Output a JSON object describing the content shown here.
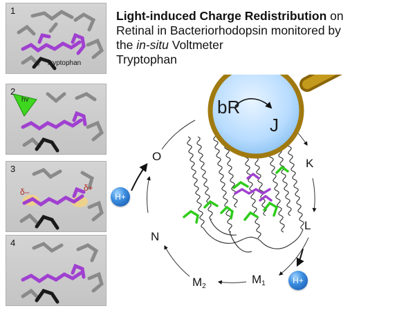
{
  "panels": [
    {
      "number": "1",
      "label": "Tryptophan"
    },
    {
      "number": "2",
      "label": "hv"
    },
    {
      "number": "3",
      "delta_minus": "δ–",
      "delta_plus": "δ+"
    },
    {
      "number": "4"
    }
  ],
  "title": {
    "bold": "Light-induced Charge Redistribution",
    "line1_rest": " on",
    "line2": "Retinal in Bacteriorhodopsin monitored by",
    "line3_pre": "the ",
    "line3_italic": "in-situ",
    "line3_post": " Voltmeter",
    "line4": "Tryptophan"
  },
  "magnifier": {
    "left": "bR",
    "right": "J"
  },
  "cycle_states": {
    "O": "O",
    "K": "K",
    "L": "L",
    "N": "N",
    "M1_base": "M",
    "M1_sub": "1",
    "M2_base": "M",
    "M2_sub": "2"
  },
  "protons": {
    "uptake": "H+",
    "release": "H+"
  },
  "colors": {
    "retinal": "#a040d0",
    "tryptophan": "#1a1a1a",
    "residue_gray": "#8a8a8a",
    "protein_green": "#2ecc1a",
    "magnifier_handle": "#a07a10",
    "lens": "#bfe0ff"
  }
}
